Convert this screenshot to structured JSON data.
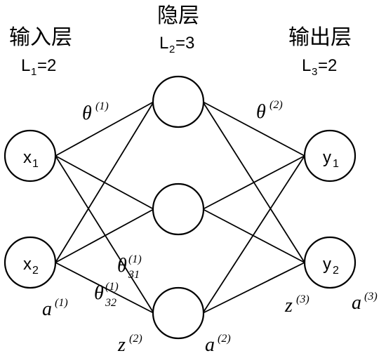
{
  "layers": {
    "input": {
      "title": "输入层",
      "size_base": "L",
      "size_sub": "1",
      "size_value": "=2"
    },
    "hidden": {
      "title": "隐层",
      "size_base": "L",
      "size_sub": "2",
      "size_value": "=3"
    },
    "output": {
      "title": "输出层",
      "size_base": "L",
      "size_sub": "3",
      "size_value": "=2"
    }
  },
  "nodes": {
    "x1": {
      "base": "x",
      "sub": "1"
    },
    "x2": {
      "base": "x",
      "sub": "2"
    },
    "y1": {
      "base": "y",
      "sub": "1"
    },
    "y2": {
      "base": "y",
      "sub": "2"
    }
  },
  "labels": {
    "theta1": {
      "base": "θ",
      "sup": "(1)"
    },
    "theta2": {
      "base": "θ",
      "sup": "(2)"
    },
    "theta31": {
      "base": "θ",
      "sup": "(1)",
      "sub": "31"
    },
    "theta32": {
      "base": "θ",
      "sup": "(1)",
      "sub": "32"
    },
    "a1": {
      "base": "a",
      "sup": "(1)"
    },
    "z2": {
      "base": "z",
      "sup": "(2)"
    },
    "a2": {
      "base": "a",
      "sup": "(2)"
    },
    "z3": {
      "base": "z",
      "sup": "(3)"
    },
    "a3": {
      "base": "a",
      "sup": "(3)"
    }
  }
}
